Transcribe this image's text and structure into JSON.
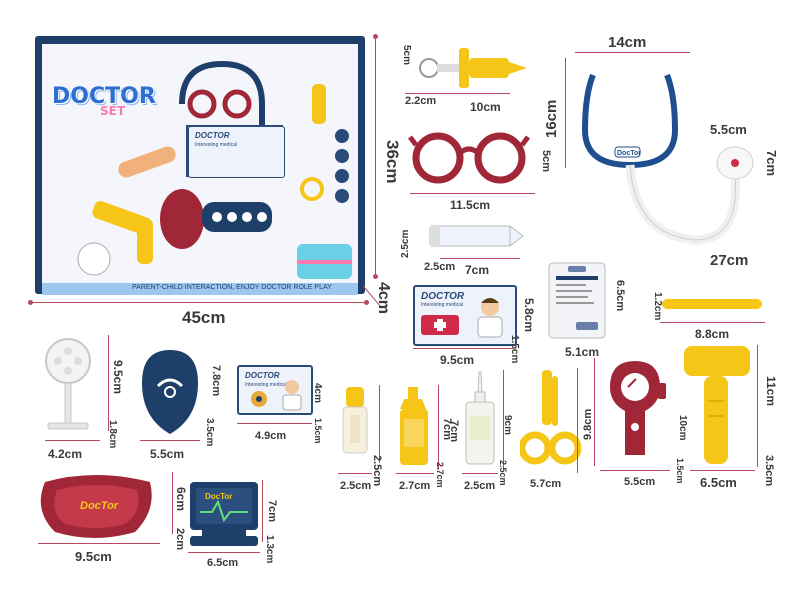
{
  "box": {
    "logo_line1": "DOCTOR",
    "logo_line2": "SET",
    "strip_text": "PARENT-CHILD INTERACTION, ENJOY DOCTOR ROLE PLAY",
    "card_title": "DOCTOR",
    "card_sub": "Interesting medical"
  },
  "dims": {
    "box_width": "45cm",
    "box_height": "36cm",
    "box_depth": "4cm",
    "syringe_h": "5cm",
    "syringe_small": "2.2cm",
    "syringe_w": "10cm",
    "stetho_w": "14cm",
    "stetho_h": "16cm",
    "stetho_head_w": "5.5cm",
    "stetho_head_h": "7cm",
    "stetho_len": "27cm",
    "glasses_w": "11.5cm",
    "glasses_h": "5cm",
    "tube_h": "2.5cm",
    "tube_d": "2.5cm",
    "tube_w": "7cm",
    "card_big_w": "9.5cm",
    "card_big_h": "5.8cm",
    "card_big_d": "1.5cm",
    "clipboard_w": "5.1cm",
    "clipboard_h": "6.5cm",
    "stick_h": "1.2cm",
    "stick_w": "8.8cm",
    "mirror_h": "9.5cm",
    "mirror_w": "4.2cm",
    "mirror_d": "1.8cm",
    "shield_h": "7.8cm",
    "shield_w": "5.5cm",
    "shield_d": "3.5cm",
    "card_small_h": "4cm",
    "card_small_w": "4.9cm",
    "card_small_d": "1.5cm",
    "bottle_small_h": "2.5cm",
    "bottle_small_w": "2.5cm",
    "bottle_yellow_h": "7cm",
    "bottle_yellow_w": "2.7cm",
    "bottle_yellow_d": "2.7cm",
    "dropper_h": "7cm",
    "dropper_w": "2.5cm",
    "dropper_d": "2.5cm",
    "scissors_h": "9cm",
    "scissors_w": "5.7cm",
    "bp_h": "9.8cm",
    "bp_w": "5.5cm",
    "bp_d": "1.5cm",
    "bp_len": "10cm",
    "hammer_h": "11cm",
    "hammer_w": "6.5cm",
    "hammer_d": "3.5cm",
    "tray_w": "9.5cm",
    "tray_h": "6cm",
    "tray_d": "2cm",
    "monitor_w": "6.5cm",
    "monitor_h": "7cm",
    "monitor_d": "1.3cm"
  },
  "labels": {
    "monitor_brand": "DocTor",
    "tray_brand": "DocTor",
    "stetho_tag": "DocTor",
    "big_card_title": "DOCTOR",
    "big_card_sub": "Interesting medical",
    "small_card_title": "DOCTOR",
    "small_card_sub": "Interesting medical"
  },
  "colors": {
    "dimension": "#b64a5c",
    "navy": "#1f3f6b",
    "yellow": "#f5c518",
    "maroon": "#a02737",
    "white": "#ffffff"
  }
}
